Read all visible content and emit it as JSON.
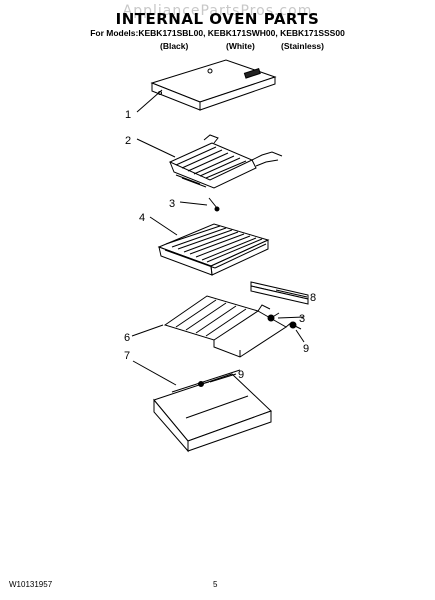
{
  "watermark": "AppliancePartsPros.com",
  "header": {
    "title": "INTERNAL OVEN PARTS",
    "models_line": "For Models:KEBK171SBL00, KEBK171SWH00, KEBK171SSS00",
    "variants": [
      "(Black)",
      "(White)",
      "(Stainless)"
    ]
  },
  "callouts": {
    "c1": "1",
    "c2": "2",
    "c3a": "3",
    "c4": "4",
    "c5": "8",
    "c6": "3",
    "c7": "6",
    "c8": "9",
    "c9": "7",
    "c10": "9"
  },
  "footer": {
    "doc_number": "W10131957",
    "page_number": "5"
  }
}
